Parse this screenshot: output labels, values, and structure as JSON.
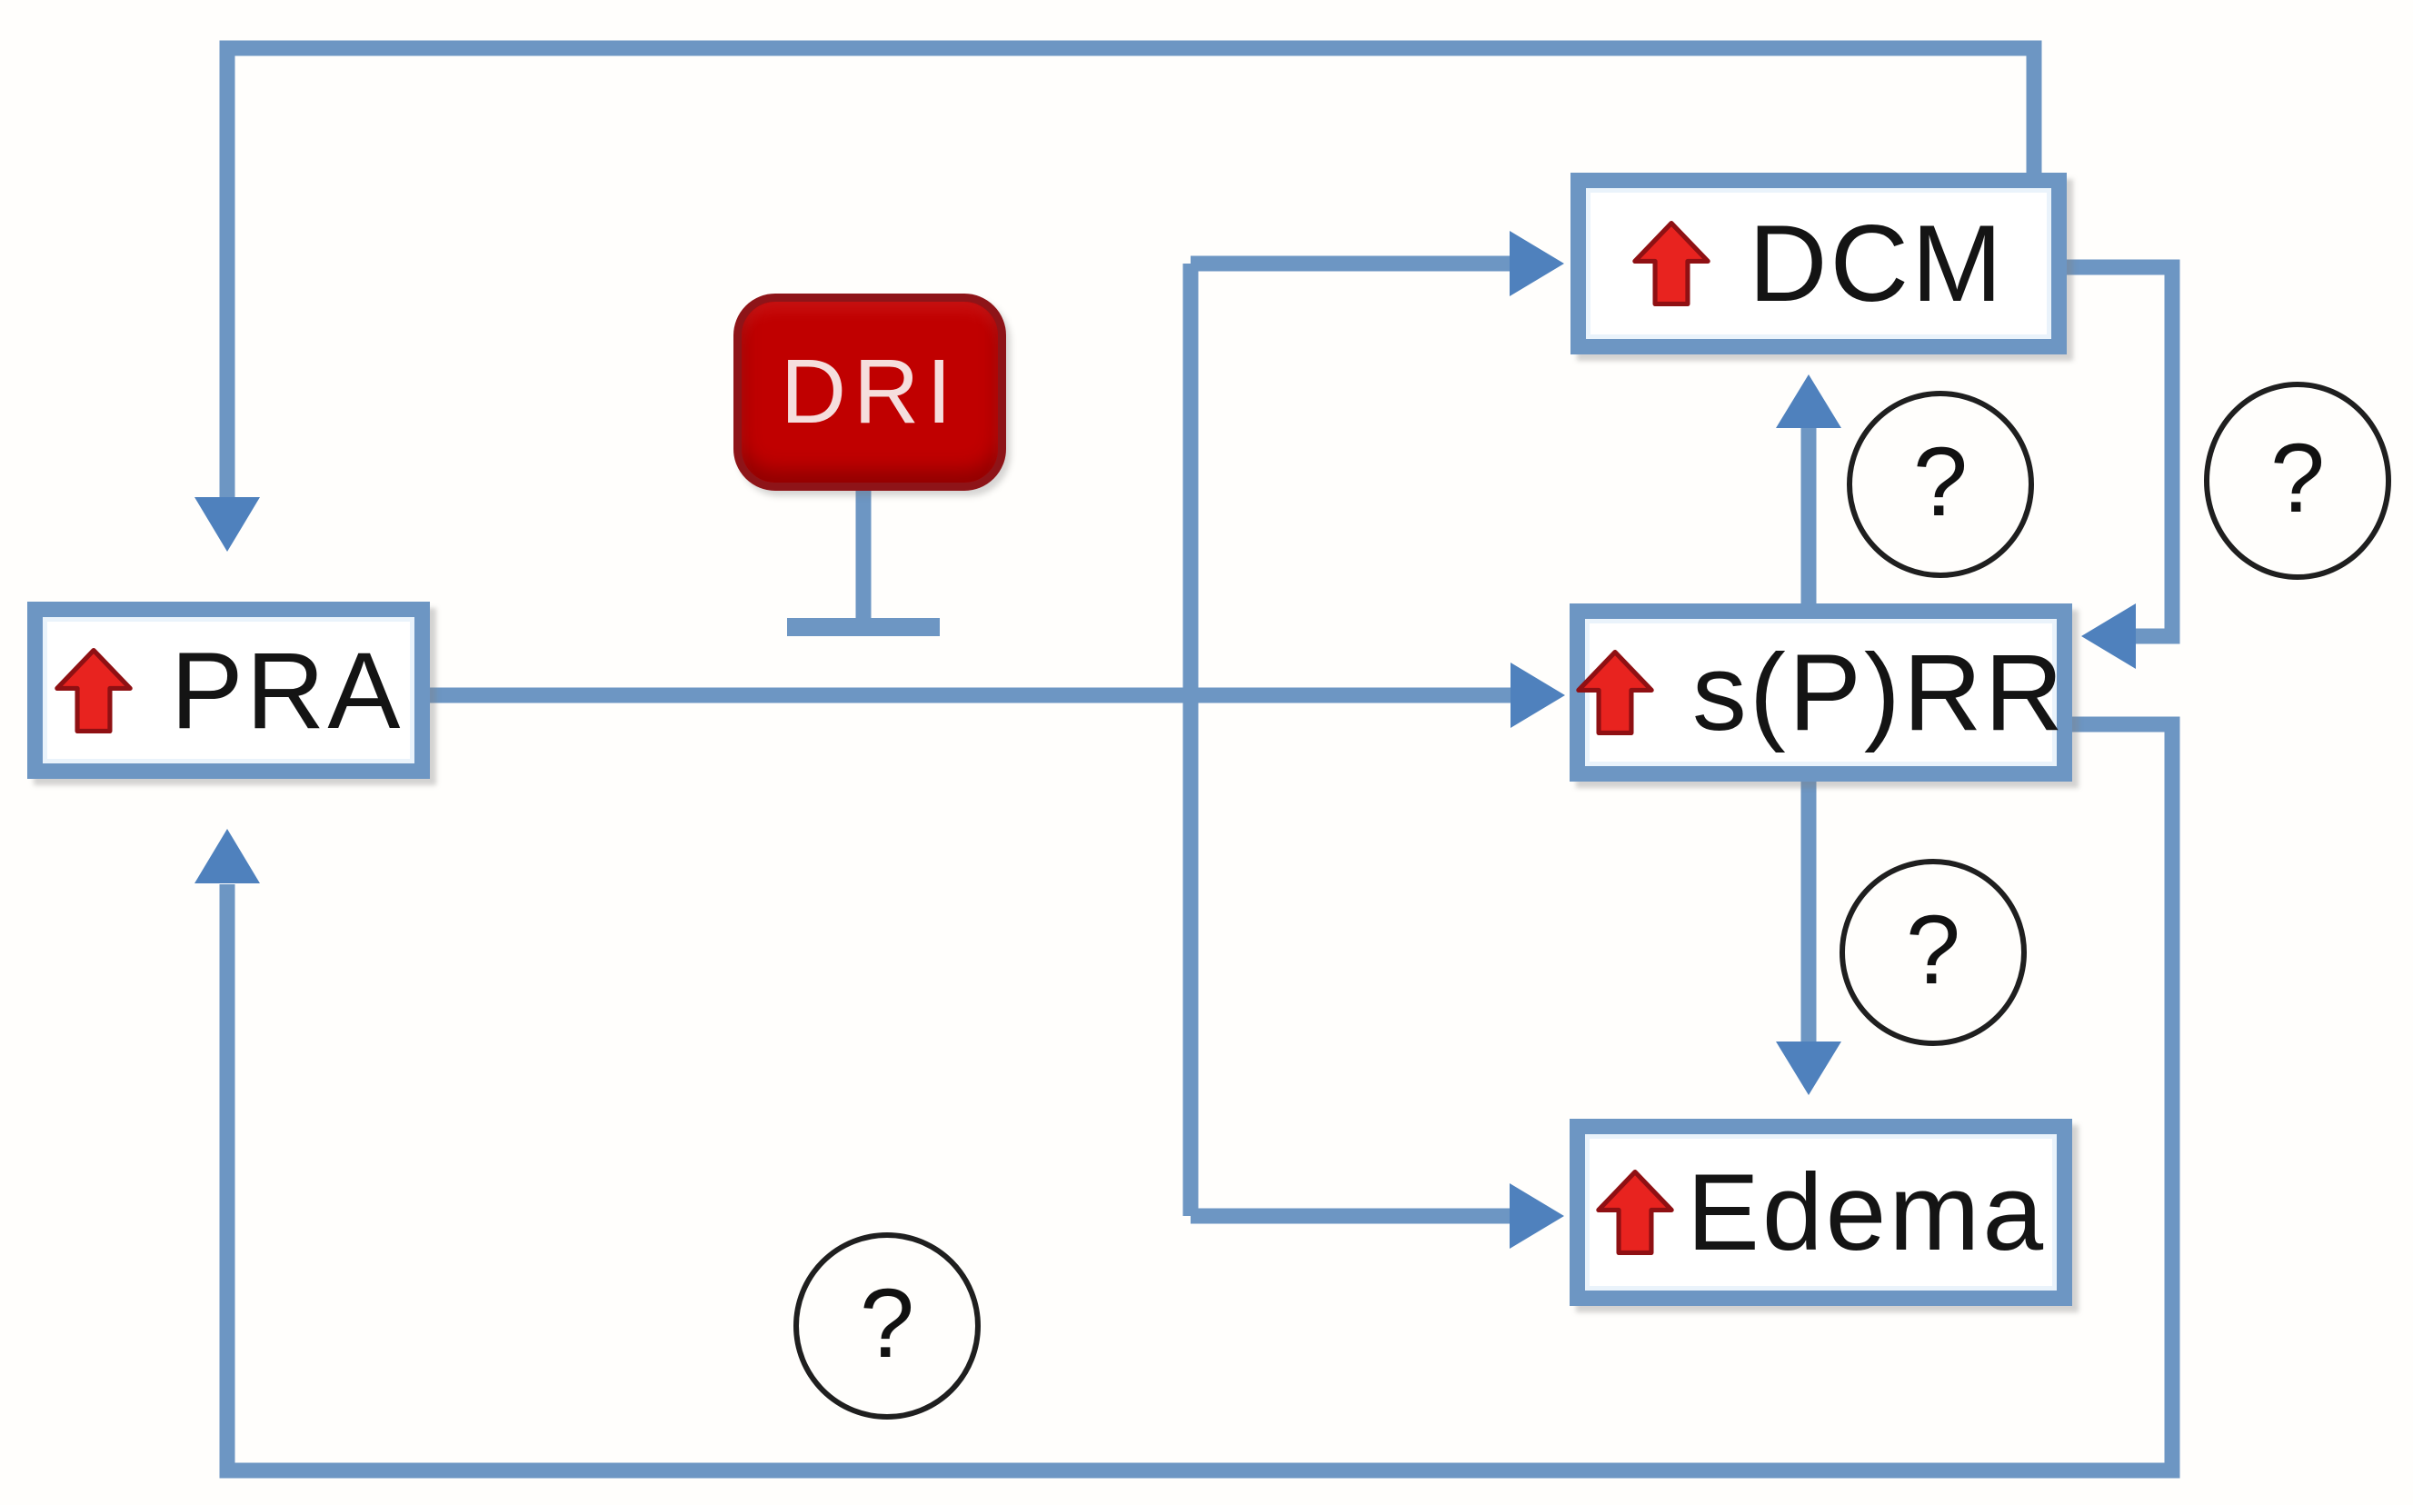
{
  "diagram_type": "signaling-pathway-figure",
  "nodes": {
    "pra": {
      "label": "PRA",
      "marker": "red-up-arrow"
    },
    "dri": {
      "label": "DRI",
      "role": "inhibitor"
    },
    "dcm": {
      "label": "DCM",
      "marker": "red-up-arrow"
    },
    "sprr": {
      "label": "s(P)RR",
      "marker": "red-up-arrow"
    },
    "edema": {
      "label": "Edema",
      "marker": "red-up-arrow"
    }
  },
  "question_marks": {
    "sprr_to_dcm": "?",
    "dcm_to_sprr": "?",
    "sprr_to_edema": "?",
    "sprr_to_pra": "?"
  },
  "edges": [
    {
      "from": "DCM",
      "to": "PRA",
      "kind": "arrow"
    },
    {
      "from": "PRA",
      "to": "s(P)RR",
      "kind": "arrow"
    },
    {
      "from": "PRA",
      "to": "DCM",
      "kind": "arrow"
    },
    {
      "from": "PRA",
      "to": "Edema",
      "kind": "arrow"
    },
    {
      "from": "s(P)RR",
      "to": "DCM",
      "kind": "arrow",
      "uncertain": true
    },
    {
      "from": "DCM",
      "to": "s(P)RR",
      "kind": "arrow",
      "uncertain": true
    },
    {
      "from": "s(P)RR",
      "to": "Edema",
      "kind": "arrow",
      "uncertain": true
    },
    {
      "from": "s(P)RR",
      "to": "PRA",
      "kind": "arrow",
      "uncertain": true
    },
    {
      "from": "DRI",
      "to": "PRA-s(P)RR axis",
      "kind": "inhibition"
    }
  ],
  "colors": {
    "line-blue": "#6d96c3",
    "head-blue": "#4f81bd",
    "box-border": "#6d96c3",
    "arrow-red": "#e8231f",
    "arrow-red-dark": "#8f1013",
    "dri-fill": "#c00000",
    "dri-border": "#8e1418",
    "dri-text": "#f5dedd",
    "text-black": "#141414",
    "circle-stroke": "#1f1f1f"
  }
}
